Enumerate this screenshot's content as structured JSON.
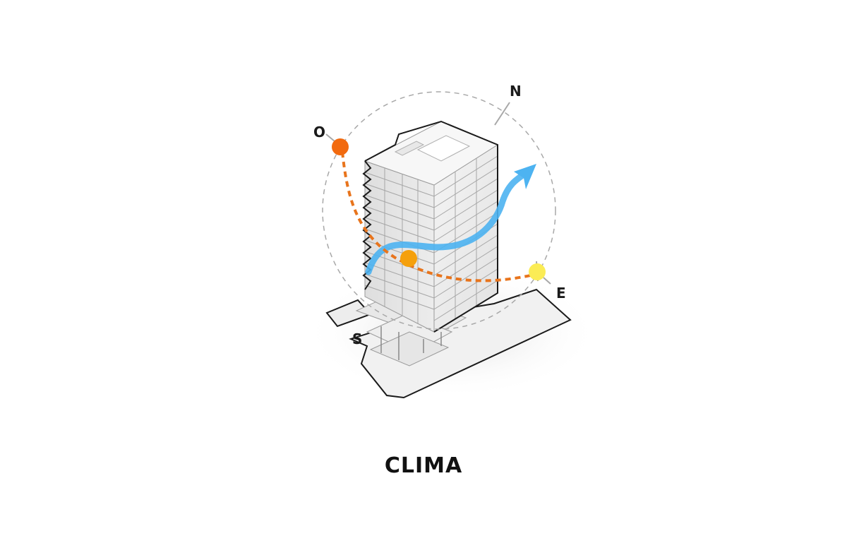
{
  "caption": "CLIMA",
  "compass": {
    "north": "N",
    "east": "E",
    "south": "S",
    "west": "O"
  },
  "colors": {
    "sun_west": "#f26a0f",
    "sun_mid": "#f5a00c",
    "sun_east": "#fbec55",
    "sun_path": "#e8741c",
    "wind": "#4db3f1",
    "orbit": "#a8a8a8",
    "outline": "#1a1a1a"
  },
  "icons": [
    "sun-icon",
    "wind-arrow-icon",
    "compass-tick-icon",
    "building-icon"
  ]
}
